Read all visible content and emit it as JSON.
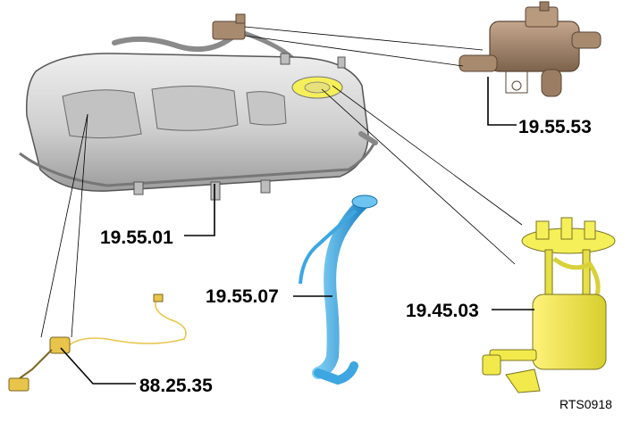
{
  "labels": {
    "valve": "19.55.53",
    "tank": "19.55.01",
    "filler_pipe": "19.55.07",
    "pump_module": "19.45.03",
    "level_sender": "88.25.35"
  },
  "figure_ref": "RTS0918",
  "colors": {
    "tank_fill": "#d3d3d3",
    "tank_stroke": "#555555",
    "valve_fill": "#a88a6e",
    "filler_fill": "#3ea6e0",
    "pump_fill": "#f5f05a",
    "sender_fill": "#e8c54a",
    "leader": "#000000"
  }
}
